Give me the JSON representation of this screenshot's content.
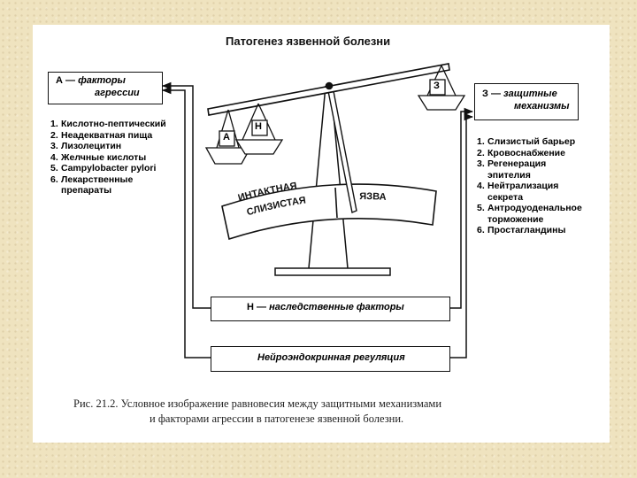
{
  "diagram": {
    "title": "Патогенез язвенной болезни",
    "box_a": {
      "prefix": "А — ",
      "label_line1": "факторы",
      "label_line2": "агрессии"
    },
    "box_z": {
      "prefix": "З — ",
      "label_line1": "защитные",
      "label_line2": "механизмы"
    },
    "box_n": {
      "prefix": "Н — ",
      "label": "наследственные факторы"
    },
    "box_ne": {
      "label": "Нейроэндокринная регуляция"
    },
    "aggression_factors": [
      {
        "num": "1.",
        "text": "Кислотно-пептический"
      },
      {
        "num": "2.",
        "text": "Неадекватная пища"
      },
      {
        "num": "3.",
        "text": "Лизолецитин"
      },
      {
        "num": "4.",
        "text": "Желчные кислоты"
      },
      {
        "num": "5.",
        "text": "Campylobacter pylori"
      },
      {
        "num": "6.",
        "text": "Лекарственные"
      },
      {
        "num": "",
        "text": "препараты"
      }
    ],
    "defense_factors": [
      {
        "num": "1.",
        "text": "Слизистый барьер"
      },
      {
        "num": "2.",
        "text": "Кровоснабжение"
      },
      {
        "num": "3.",
        "text": "Регенерация"
      },
      {
        "num": "",
        "text": "эпителия"
      },
      {
        "num": "4.",
        "text": "Нейтрализация"
      },
      {
        "num": "",
        "text": "секрета"
      },
      {
        "num": "5.",
        "text": "Антродуоденальное"
      },
      {
        "num": "",
        "text": "торможение"
      },
      {
        "num": "6.",
        "text": "Простагландины"
      }
    ],
    "cups": {
      "left_a": "А",
      "left_n": "Н",
      "right_z": "З"
    },
    "arc_text": {
      "intact_line1": "ИНТАКТНАЯ",
      "intact_line2": "СЛИЗИСТАЯ",
      "ulcer": "ЯЗВА"
    },
    "caption": {
      "line1": "Рис. 21.2. Условное изображение равновесия между защитными механизмами",
      "line2": "и факторами агрессии в патогенезе язвенной болезни."
    }
  }
}
